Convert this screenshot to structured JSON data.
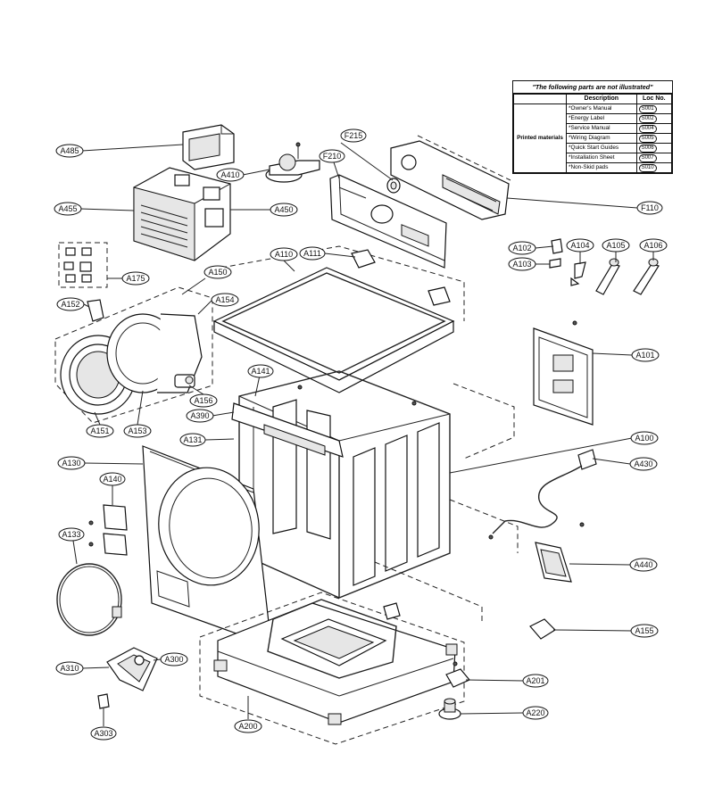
{
  "callouts": {
    "A485": "A485",
    "A410": "A410",
    "F215": "F215",
    "F210": "F210",
    "A455": "A455",
    "A450": "A450",
    "F110": "F110",
    "A102": "A102",
    "A104": "A104",
    "A105": "A105",
    "A106": "A106",
    "A103": "A103",
    "A110": "A110",
    "A111": "A111",
    "A175": "A175",
    "A150": "A150",
    "A154": "A154",
    "A152": "A152",
    "A101": "A101",
    "A141": "A141",
    "A156": "A156",
    "A390": "A390",
    "A151": "A151",
    "A153": "A153",
    "A131": "A131",
    "A100": "A100",
    "A130": "A130",
    "A430": "A430",
    "A140": "A140",
    "A133": "A133",
    "A440": "A440",
    "A155": "A155",
    "A310": "A310",
    "A300": "A300",
    "A201": "A201",
    "A220": "A220",
    "A200": "A200",
    "A303": "A303"
  },
  "parts_table": {
    "title": "\"The following parts are not illustrated\"",
    "col_description": "Description",
    "col_loc": "Loc No.",
    "group": "Printed materials",
    "rows": [
      {
        "desc": "*Owner's Manual",
        "loc": "S001"
      },
      {
        "desc": "*Energy Label",
        "loc": "S002"
      },
      {
        "desc": "*Service Manual",
        "loc": "S004"
      },
      {
        "desc": "*Wiring Diagram",
        "loc": "S005"
      },
      {
        "desc": "*Quick Start Guides",
        "loc": "S006"
      },
      {
        "desc": "*Installation Sheet",
        "loc": "S007"
      },
      {
        "desc": "*Non-Skid pads",
        "loc": "S010"
      }
    ]
  }
}
